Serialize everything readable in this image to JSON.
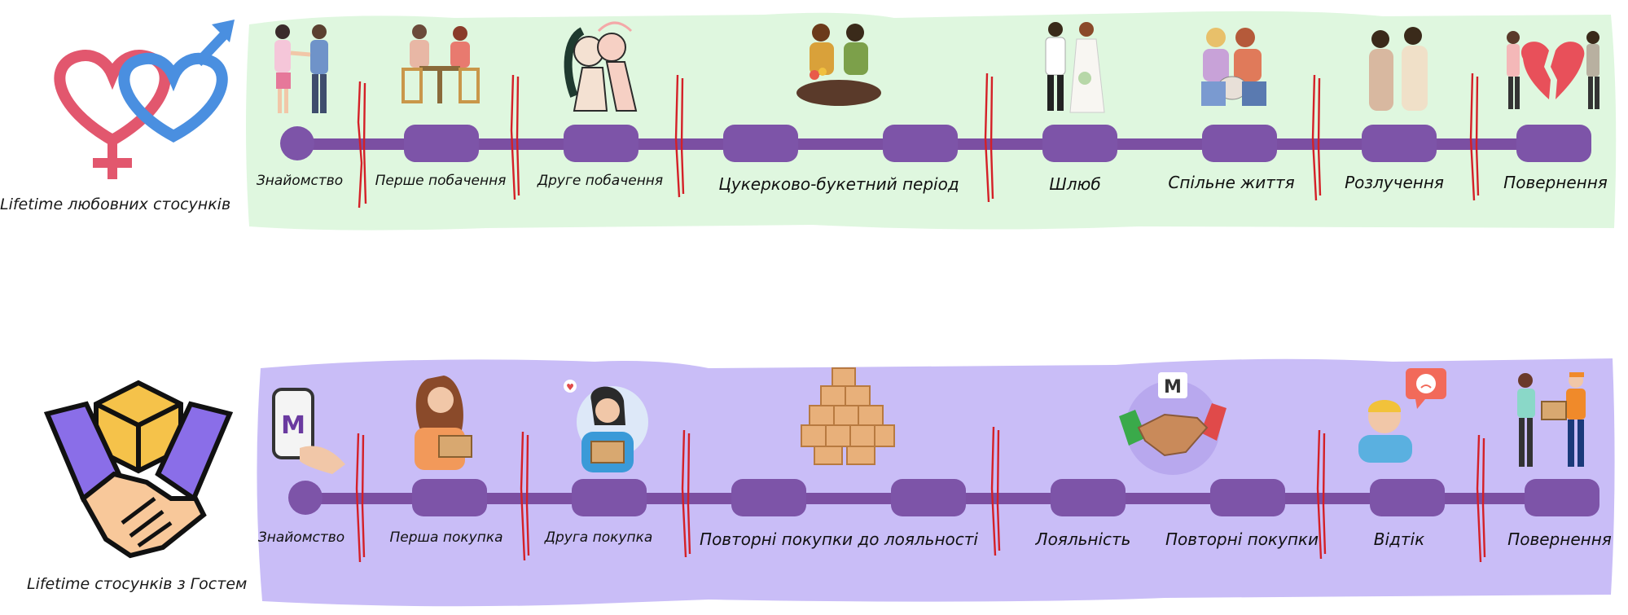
{
  "love": {
    "title": "Lifetime любовних стосунків",
    "logo_icon": "gender-hearts-icon",
    "stages": [
      {
        "label": "Знайомство",
        "icon": "handshake-couple-icon"
      },
      {
        "label": "Перше побачення",
        "icon": "cafe-date-icon"
      },
      {
        "label": "Друге побачення",
        "icon": "kiss-couple-icon"
      },
      {
        "label": "Цукерково-букетний період",
        "icon": "flowers-couple-icon"
      },
      {
        "label": "Шлюб",
        "icon": "wedding-couple-icon"
      },
      {
        "label": "Спільне життя",
        "icon": "family-dog-icon"
      },
      {
        "label": "Розлучення",
        "icon": "sad-couple-icon"
      },
      {
        "label": "Повернення",
        "icon": "broken-heart-couple-icon"
      }
    ],
    "colors": {
      "band": "#dff7df",
      "line": "#7b4fa2",
      "node": "#7d54a8",
      "divider": "#d42027"
    }
  },
  "guest": {
    "title": "Lifetime стосунків з Гостем",
    "logo_icon": "handshake-box-icon",
    "stages": [
      {
        "label": "Знайомство",
        "icon": "phone-app-icon"
      },
      {
        "label": "Перша покупка",
        "icon": "woman-parcel-icon"
      },
      {
        "label": "Друга покупка",
        "icon": "woman-parcel-heart-icon"
      },
      {
        "label": "Повторні покупки до лояльності",
        "icon": "boxes-stack-icon"
      },
      {
        "label": "Лояльність",
        "icon": "handshake-brand-icon"
      },
      {
        "label": "Повторні покупки",
        "icon": ""
      },
      {
        "label": "Відтік",
        "icon": "unhappy-guest-icon"
      },
      {
        "label": "Повернення",
        "icon": "delivery-handover-icon"
      }
    ],
    "brand_mark": "M",
    "colors": {
      "band": "#c9bdf7",
      "line": "#7b4fa2",
      "node": "#7d54a8",
      "divider": "#d42027"
    }
  }
}
